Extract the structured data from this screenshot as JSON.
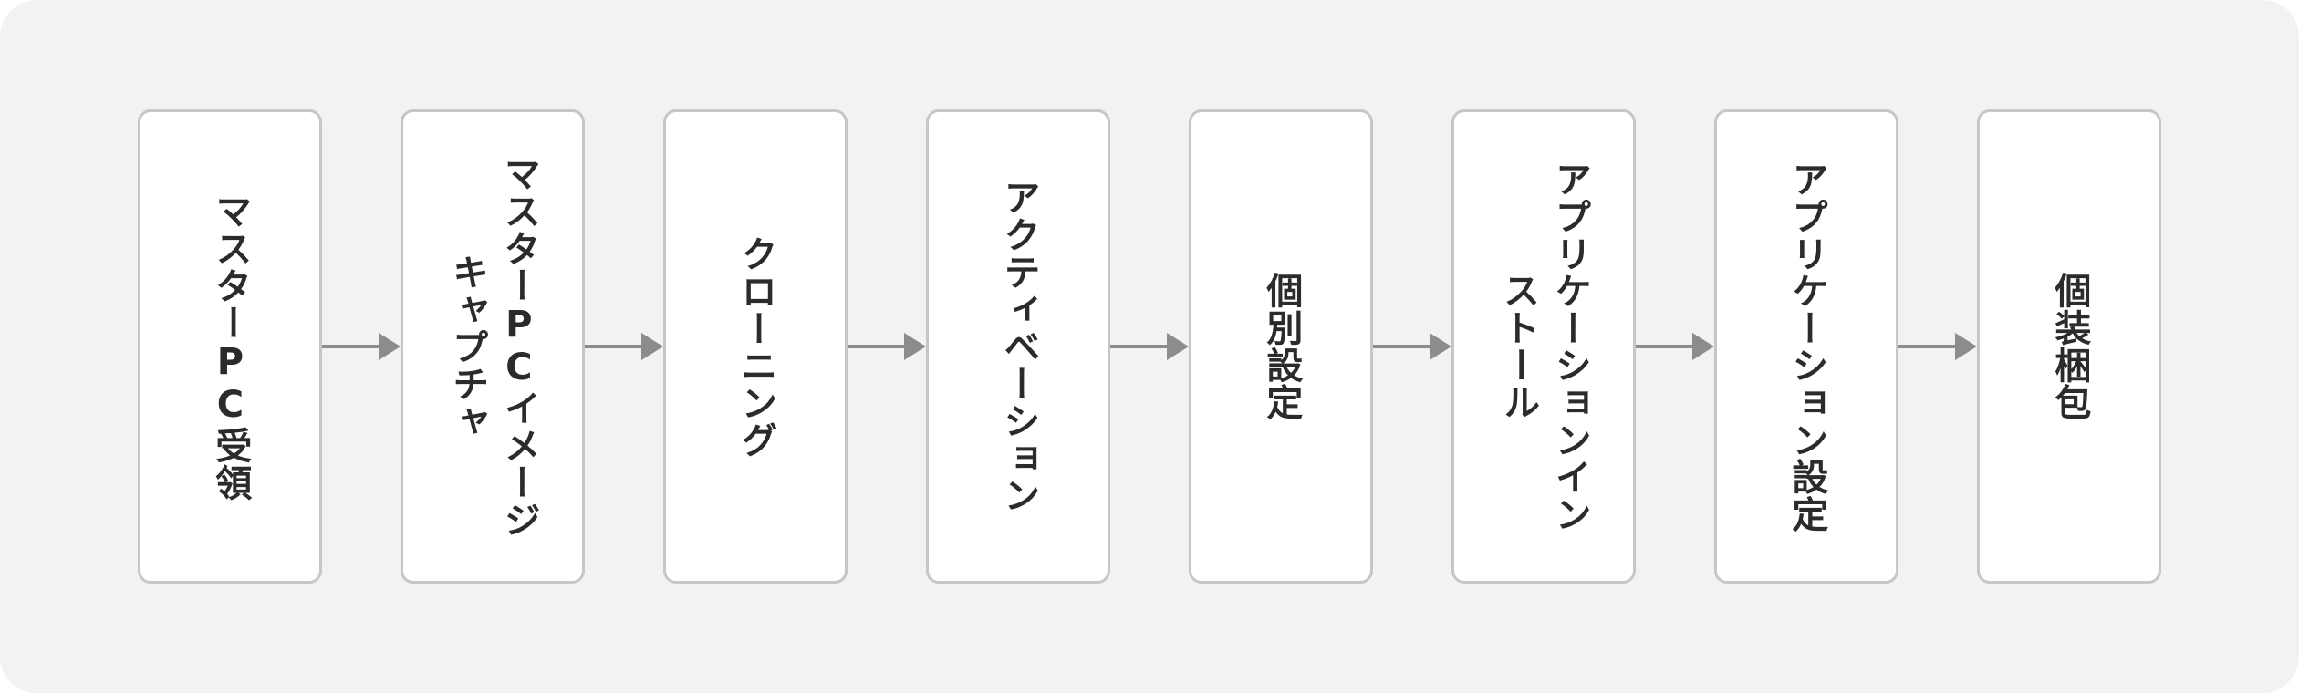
{
  "diagram": {
    "type": "horizontal-process-flow",
    "orientation": "left-to-right",
    "text_direction": "vertical-rl",
    "background_color": "#f2f2f2",
    "node_fill_color": "#ffffff",
    "node_border_color": "#c6c6c6",
    "text_color": "#2b2b2b",
    "arrow_color": "#8c8c8c",
    "node_count": 8,
    "connector_count": 7,
    "nodes": [
      {
        "id": "node-1",
        "label": "マスターPC受領"
      },
      {
        "id": "node-2",
        "label": "マスターPCイメージキャプチャ"
      },
      {
        "id": "node-3",
        "label": "クローニング"
      },
      {
        "id": "node-4",
        "label": "アクティベーション"
      },
      {
        "id": "node-5",
        "label": "個別設定"
      },
      {
        "id": "node-6",
        "label": "アプリケーションインストール"
      },
      {
        "id": "node-7",
        "label": "アプリケーション設定"
      },
      {
        "id": "node-8",
        "label": "個装梱包"
      }
    ],
    "connectors": [
      {
        "id": "connector-1",
        "from": "node-1",
        "to": "node-2",
        "icon": "arrow-right-icon"
      },
      {
        "id": "connector-2",
        "from": "node-2",
        "to": "node-3",
        "icon": "arrow-right-icon"
      },
      {
        "id": "connector-3",
        "from": "node-3",
        "to": "node-4",
        "icon": "arrow-right-icon"
      },
      {
        "id": "connector-4",
        "from": "node-4",
        "to": "node-5",
        "icon": "arrow-right-icon"
      },
      {
        "id": "connector-5",
        "from": "node-5",
        "to": "node-6",
        "icon": "arrow-right-icon"
      },
      {
        "id": "connector-6",
        "from": "node-6",
        "to": "node-7",
        "icon": "arrow-right-icon"
      },
      {
        "id": "connector-7",
        "from": "node-7",
        "to": "node-8",
        "icon": "arrow-right-icon"
      }
    ]
  }
}
